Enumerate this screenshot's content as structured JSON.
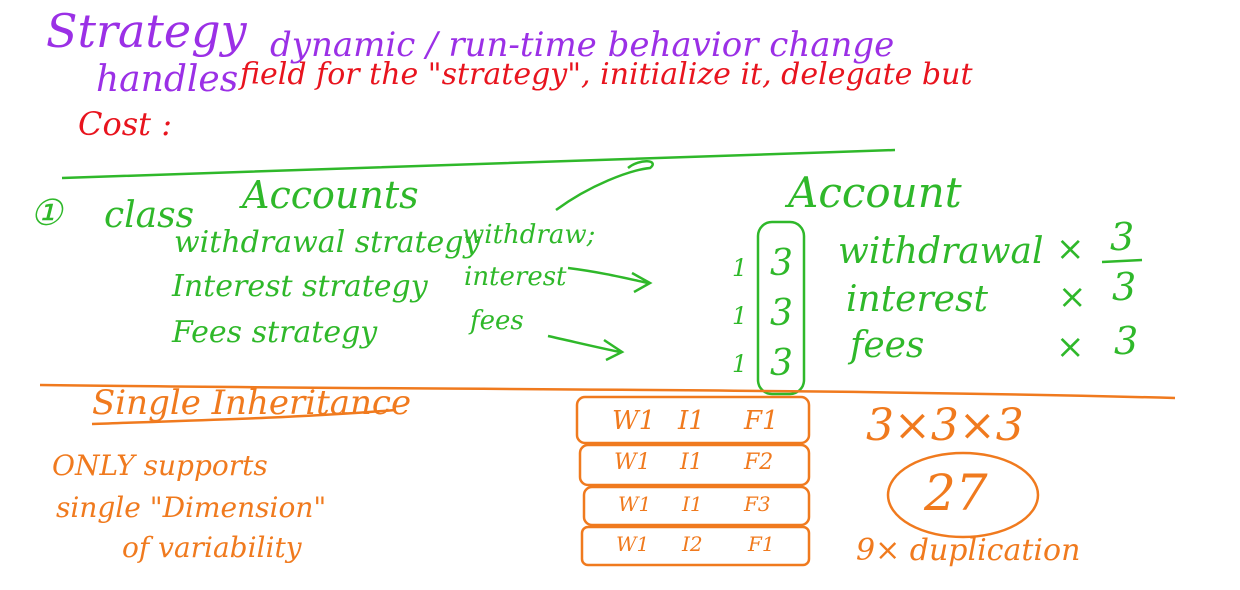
{
  "colors": {
    "purple": "#9b30e6",
    "red": "#e8141e",
    "green": "#2fb82a",
    "orange": "#f07a1e"
  },
  "header": {
    "title": "Strategy",
    "line2_a": "handles",
    "line2_b": "dynamic / run-time behavior change",
    "line3_cost": "Cost :",
    "line3_rest": "field for the \"strategy\", initialize it, delegate but"
  },
  "classes": {
    "number": "①",
    "class_keyword": "class",
    "class_name": "Accounts",
    "items": [
      "withdrawal strategy",
      "Interest strategy",
      "Fees strategy"
    ],
    "methods": [
      "withdraw;",
      "interest",
      "fees"
    ]
  },
  "account": {
    "title": "Account",
    "ones": [
      "1",
      "1",
      "1"
    ],
    "counts": [
      "3",
      "3",
      "3"
    ],
    "features": [
      {
        "label": "withdrawal",
        "op": "×",
        "count": "3"
      },
      {
        "label": "interest",
        "op": "×",
        "count": "3"
      },
      {
        "label": "fees",
        "op": "×",
        "count": "3"
      }
    ]
  },
  "inheritance": {
    "title": "Single Inheritance",
    "line1": "ONLY supports",
    "line2": "single \"Dimension\"",
    "line3": "of variability"
  },
  "stack": {
    "rows": [
      [
        "W1",
        "I1",
        "F1"
      ],
      [
        "W1",
        "I1",
        "F2"
      ],
      [
        "W1",
        "I1",
        "F3"
      ],
      [
        "W1",
        "I2",
        "F1"
      ]
    ]
  },
  "product": {
    "expr": "3×3×3",
    "result": "27",
    "note": "9× duplication"
  }
}
